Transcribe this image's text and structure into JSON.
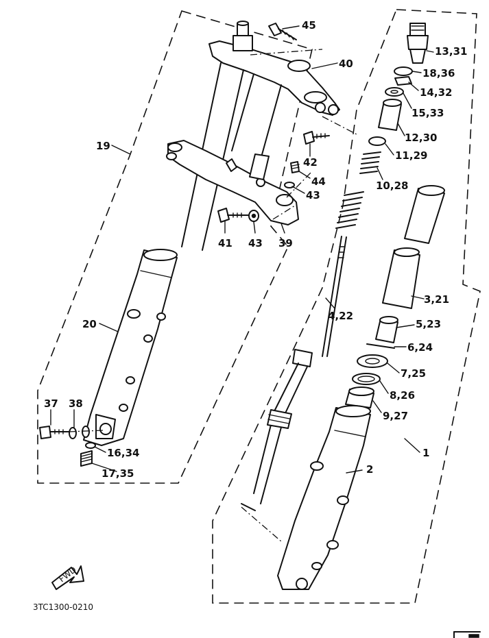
{
  "diagram_code": "3TC1300-0210",
  "fwd_label": "FWD",
  "labels": {
    "l45": "45",
    "l40": "40",
    "l13_31": "13,31",
    "l18_36": "18,36",
    "l14_32": "14,32",
    "l15_33": "15,33",
    "l12_30": "12,30",
    "l11_29": "11,29",
    "l10_28": "10,28",
    "l19": "19",
    "l42": "42",
    "l44": "44",
    "l43a": "43",
    "l41": "41",
    "l43b": "43",
    "l39": "39",
    "l3_21": "3,21",
    "l4_22": "4,22",
    "l5_23": "5,23",
    "l6_24": "6,24",
    "l7_25": "7,25",
    "l8_26": "8,26",
    "l9_27": "9,27",
    "l20": "20",
    "l37": "37",
    "l38": "38",
    "l16_34": "16,34",
    "l17_35": "17,35",
    "l2": "2",
    "l1": "1"
  }
}
